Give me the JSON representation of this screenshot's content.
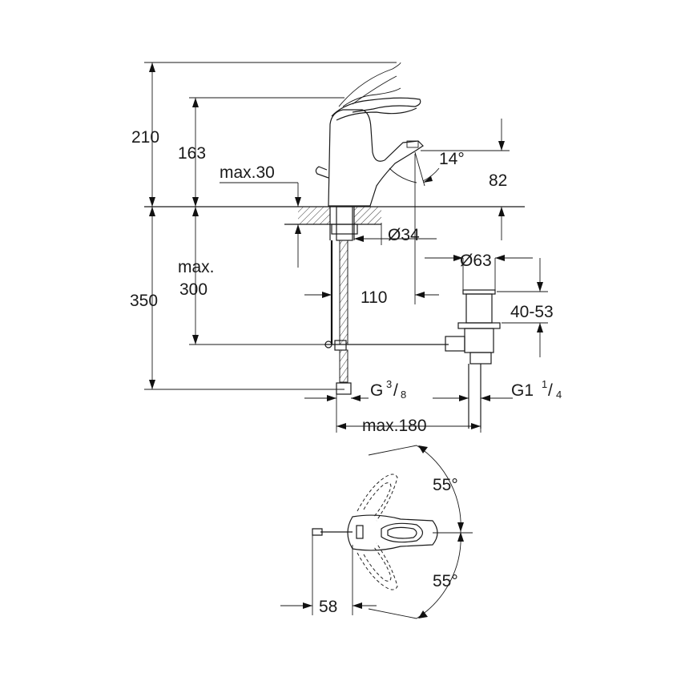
{
  "dimensions": {
    "total_height_above_deck": "210",
    "spout_height": "163",
    "max_deck_thickness": "max.30",
    "spout_tilt_angle": "14°",
    "aerator_height": "82",
    "hole_diameter": "Ø34",
    "drain_diameter": "Ø63",
    "max_below_deck_label": "max.",
    "max_below_deck_value": "300",
    "below_deck_total": "350",
    "spout_projection": "110",
    "drain_range": "40-53",
    "supply_thread_prefix": "G",
    "supply_thread_num": "3",
    "supply_thread_den": "8",
    "drain_thread_prefix": "G1",
    "drain_thread_num": "1",
    "drain_thread_den": "4",
    "max_pullrod_length": "max.180",
    "lever_rotation_up": "55°",
    "lever_rotation_down": "55°",
    "lever_offset": "58"
  }
}
